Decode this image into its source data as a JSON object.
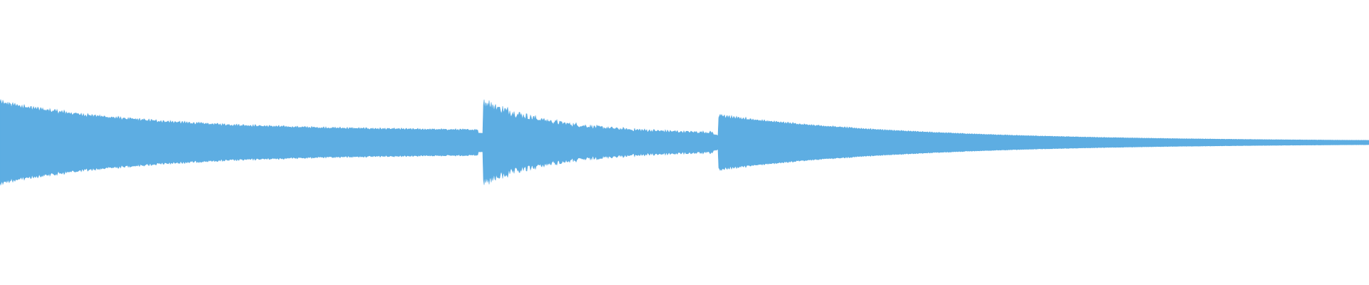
{
  "waveform": {
    "color": "#5dade2",
    "background": "#ffffff",
    "segments": [
      {
        "onset": 0.0,
        "peak": 0.7,
        "tail": 0.2,
        "jitter": 0.05
      },
      {
        "onset": 0.353,
        "peak": 0.7,
        "tail": 0.15,
        "jitter": 0.12
      },
      {
        "onset": 0.525,
        "peak": 0.47,
        "tail": 0.02,
        "jitter": 0.03
      }
    ]
  }
}
